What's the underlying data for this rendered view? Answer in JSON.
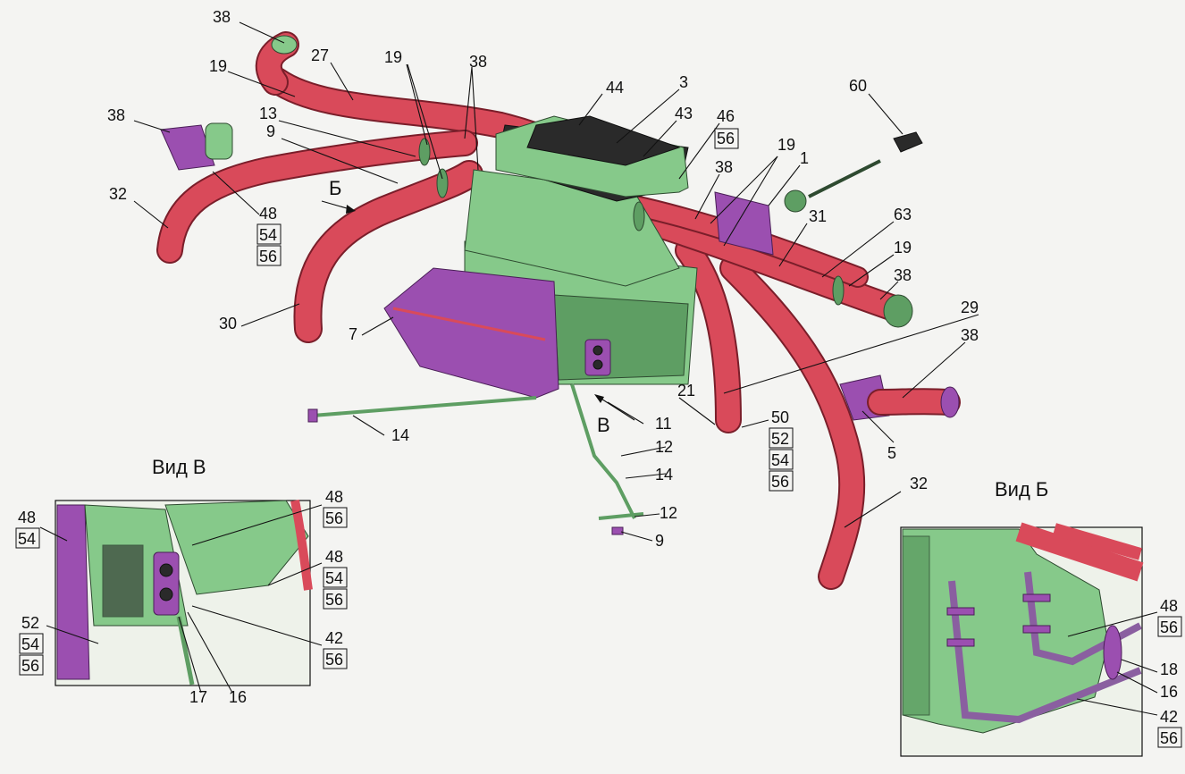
{
  "views": {
    "view_b_cyr": "Вид Б",
    "view_v": "Вид В"
  },
  "arrows": {
    "b_arrow": "Б",
    "v_arrow": "В"
  },
  "callouts": {
    "c38_top": "38",
    "c27": "27",
    "c19_left": "19",
    "c19_mid": "19",
    "c38_mid": "38",
    "c44": "44",
    "c3": "3",
    "c43": "43",
    "c46": "46",
    "c46_56": "56",
    "c60": "60",
    "c13": "13",
    "c9_top": "9",
    "c38_left": "38",
    "c32_left": "32",
    "c48_l": "48",
    "c54_l": "54",
    "c56_l": "56",
    "c19_r": "19",
    "c1": "1",
    "c38_r": "38",
    "c31": "31",
    "c63": "63",
    "c19_rr": "19",
    "c38_rr": "38",
    "c30": "30",
    "c7": "7",
    "c29": "29",
    "c38_far": "38",
    "c21": "21",
    "c50": "50",
    "c52": "52",
    "c54": "54",
    "c56": "56",
    "c5": "5",
    "c11": "11",
    "c14_left": "14",
    "c12_a": "12",
    "c14_b": "14",
    "c12_b": "12",
    "c9_bot": "9",
    "c32_right": "32"
  },
  "inset_v": {
    "c48a": "48",
    "c54a": "54",
    "c48b": "48",
    "c56b": "56",
    "c48c": "48",
    "c54c": "54",
    "c56c": "56",
    "c52": "52",
    "c54": "54",
    "c56": "56",
    "c42": "42",
    "c56d": "56",
    "c17": "17",
    "c16": "16"
  },
  "inset_b": {
    "c48": "48",
    "c56": "56",
    "c18": "18",
    "c16": "16",
    "c42": "42",
    "c56b": "56"
  }
}
